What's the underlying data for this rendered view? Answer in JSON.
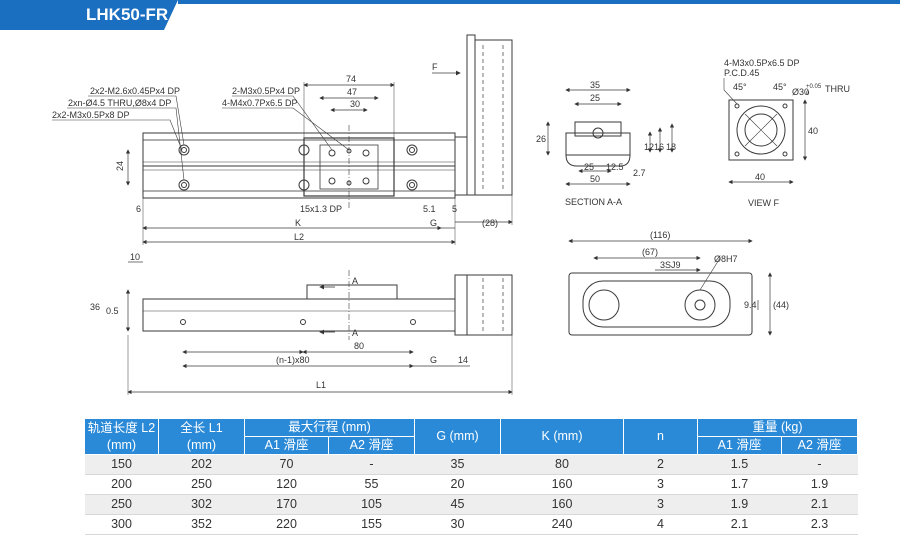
{
  "title": "LHK50-FR",
  "colors": {
    "accent": "#1b6fc0",
    "header": "#2b8ad8",
    "line": "#3a3a3a"
  },
  "top_view": {
    "callouts_left": [
      "2x2-M2.6x0.45Px4 DP",
      "2xn-Ø4.5 THRU,Ø8x4 DP",
      "2x2-M3x0.5Px8 DP"
    ],
    "callouts_mid": [
      "2-M3x0.5Px4 DP",
      "4-M4x0.7Px6.5 DP"
    ],
    "dims": {
      "d74": "74",
      "d47": "47",
      "d30": "30",
      "d24": "24",
      "d6": "6",
      "d15x13": "15x1.3 DP",
      "d5_1": "5.1",
      "d5": "5",
      "d28": "(28)",
      "K": "K",
      "G": "G",
      "L2": "L2",
      "F": "F"
    }
  },
  "side_view": {
    "dims": {
      "d10": "10",
      "d36": "36",
      "d0_5": "0.5",
      "d80": "80",
      "pitch": "(n-1)x80",
      "G": "G",
      "d14": "14",
      "L1": "L1",
      "A": "A"
    }
  },
  "section_aa": {
    "label": "SECTION A-A",
    "dims": {
      "d35": "35",
      "d25a": "25",
      "d26": "26",
      "d25b": "25",
      "d12_5": "12.5",
      "d50": "50",
      "d2_7": "2.7",
      "d12": "12",
      "d16": "16",
      "d18": "18"
    }
  },
  "view_f": {
    "label": "VIEW F",
    "callout": [
      "4-M3x0.5Px6.5 DP",
      "P.C.D.45"
    ],
    "bore": "Ø30",
    "bore_tol": "+0.05",
    "bore_tol2": "0",
    "thru": "THRU",
    "dims": {
      "a45a": "45°",
      "a45b": "45°",
      "d40a": "40",
      "d40b": "40"
    }
  },
  "end_view": {
    "dims": {
      "d116": "(116)",
      "d67": "(67)",
      "sj": "3SJ9",
      "h7": "Ø8H7",
      "d9_4": "9.4",
      "d44": "(44)"
    }
  },
  "table": {
    "headers": {
      "rail_len": "轨道长度 L2",
      "rail_len_unit": "(mm)",
      "total_len": "全长 L1",
      "total_len_unit": "(mm)",
      "stroke": "最大行程 (mm)",
      "stroke_a1": "A1 滑座",
      "stroke_a2": "A2 滑座",
      "g": "G (mm)",
      "k": "K (mm)",
      "n": "n",
      "weight": "重量 (kg)",
      "weight_a1": "A1 滑座",
      "weight_a2": "A2 滑座"
    },
    "rows": [
      [
        "150",
        "202",
        "70",
        "-",
        "35",
        "80",
        "2",
        "1.5",
        "-"
      ],
      [
        "200",
        "250",
        "120",
        "55",
        "20",
        "160",
        "3",
        "1.7",
        "1.9"
      ],
      [
        "250",
        "302",
        "170",
        "105",
        "45",
        "160",
        "3",
        "1.9",
        "2.1"
      ],
      [
        "300",
        "352",
        "220",
        "155",
        "30",
        "240",
        "4",
        "2.1",
        "2.3"
      ]
    ]
  }
}
